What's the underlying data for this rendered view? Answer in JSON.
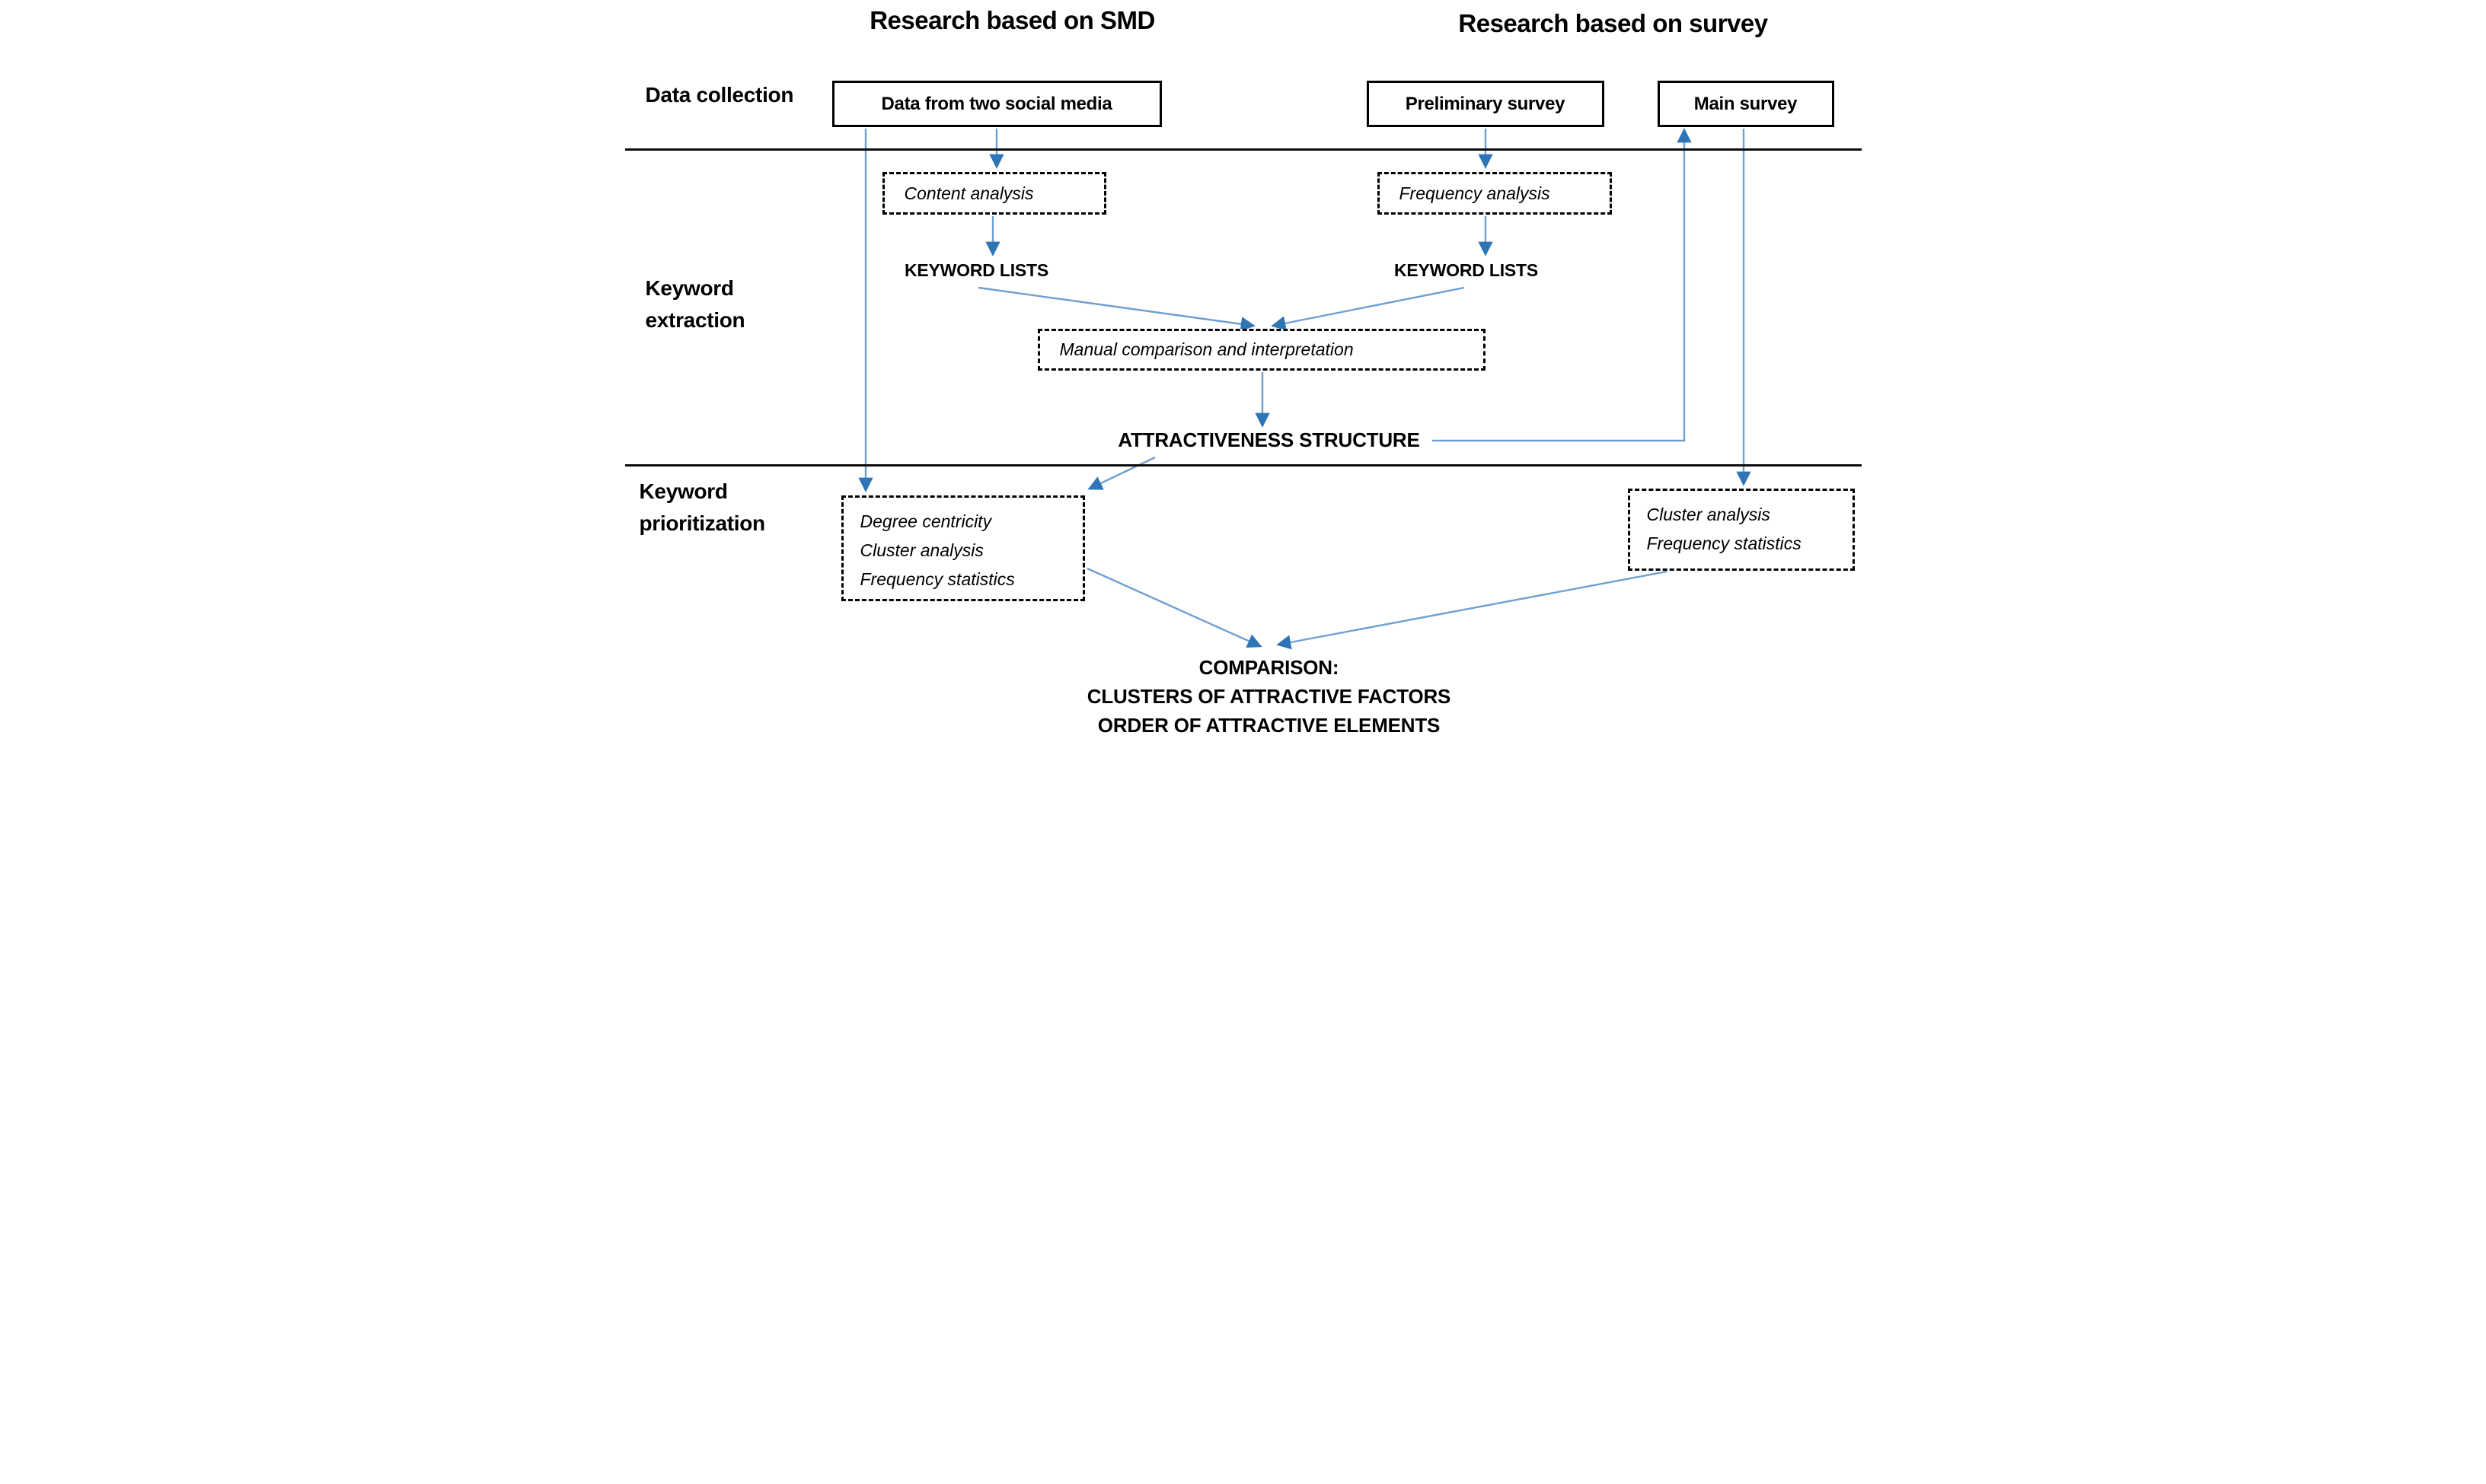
{
  "headers": {
    "smd": "Research based on SMD",
    "survey": "Research based on survey"
  },
  "row_labels": {
    "collection": "Data collection",
    "extraction": "Keyword extraction",
    "prioritization": "Keyword prioritization"
  },
  "nodes": {
    "data_social_media": "Data from two social media",
    "preliminary_survey": "Preliminary survey",
    "main_survey": "Main survey",
    "content_analysis": "Content analysis",
    "frequency_analysis": "Frequency analysis",
    "keyword_lists_smd": "KEYWORD LISTS",
    "keyword_lists_survey": "KEYWORD LISTS",
    "manual_comparison": "Manual comparison and interpretation",
    "attractiveness_structure": "ATTRACTIVENESS STRUCTURE",
    "degree_centricity_box": {
      "lines": [
        "Degree centricity",
        "Cluster analysis",
        "Frequency statistics"
      ]
    },
    "cluster_analysis_box": {
      "lines": [
        "Cluster analysis",
        "Frequency statistics"
      ]
    },
    "comparison": {
      "lines": [
        "COMPARISON:",
        "CLUSTERS OF ATTRACTIVE FACTORS",
        "ORDER OF ATTRACTIVE ELEMENTS"
      ]
    }
  },
  "edges": [
    {
      "from": "data_social_media",
      "to": "content_analysis"
    },
    {
      "from": "data_social_media",
      "to": "degree_centricity_box"
    },
    {
      "from": "preliminary_survey",
      "to": "frequency_analysis"
    },
    {
      "from": "content_analysis",
      "to": "keyword_lists_smd"
    },
    {
      "from": "frequency_analysis",
      "to": "keyword_lists_survey"
    },
    {
      "from": "keyword_lists_smd",
      "to": "manual_comparison"
    },
    {
      "from": "keyword_lists_survey",
      "to": "manual_comparison"
    },
    {
      "from": "manual_comparison",
      "to": "attractiveness_structure"
    },
    {
      "from": "attractiveness_structure",
      "to": "main_survey"
    },
    {
      "from": "attractiveness_structure",
      "to": "degree_centricity_box"
    },
    {
      "from": "main_survey",
      "to": "cluster_analysis_box"
    },
    {
      "from": "degree_centricity_box",
      "to": "comparison"
    },
    {
      "from": "cluster_analysis_box",
      "to": "comparison"
    }
  ],
  "colors": {
    "arrow_line": "#6f9fd1",
    "arrow_head": "#2e75b6",
    "box_border": "#000000",
    "text": "#000000",
    "background": "#ffffff"
  }
}
